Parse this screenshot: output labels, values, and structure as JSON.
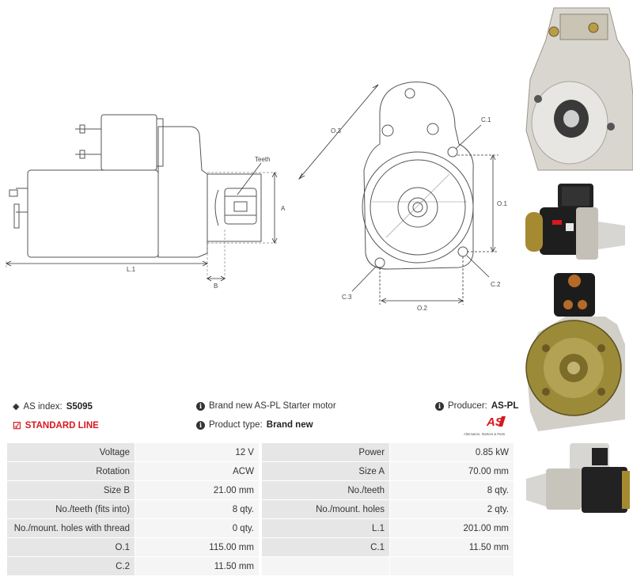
{
  "drawing": {
    "labels": {
      "teeth": "Teeth",
      "a": "A",
      "b": "B",
      "l1": "L.1",
      "o3": "O.3",
      "o1": "O.1",
      "o2": "O.2",
      "c1": "C.1",
      "c2": "C.2",
      "c3": "C.3"
    }
  },
  "info": {
    "as_index_label": "AS index:",
    "as_index_value": "S5095",
    "description": "Brand new AS-PL Starter motor",
    "producer_label": "Producer:",
    "producer_value": "AS-PL",
    "line_label": "STANDARD LINE",
    "product_type_label": "Product type:",
    "product_type_value": "Brand new",
    "logo_text": "AS",
    "logo_tagline": "Alternators, Starters & Parts"
  },
  "specs": [
    [
      "Voltage",
      "12 V",
      "Power",
      "0.85 kW"
    ],
    [
      "Rotation",
      "ACW",
      "Size A",
      "70.00 mm"
    ],
    [
      "Size B",
      "21.00 mm",
      "No./teeth",
      "8 qty."
    ],
    [
      "No./teeth (fits into)",
      "8 qty.",
      "No./mount. holes",
      "2 qty."
    ],
    [
      "No./mount. holes with thread",
      "0 qty.",
      "L.1",
      "201.00 mm"
    ],
    [
      "O.1",
      "115.00 mm",
      "C.1",
      "11.50 mm"
    ],
    [
      "C.2",
      "11.50 mm",
      "",
      ""
    ]
  ],
  "colors": {
    "accent": "#d7181f",
    "label_bg": "#e6e6e6",
    "value_bg": "#f5f5f5"
  }
}
